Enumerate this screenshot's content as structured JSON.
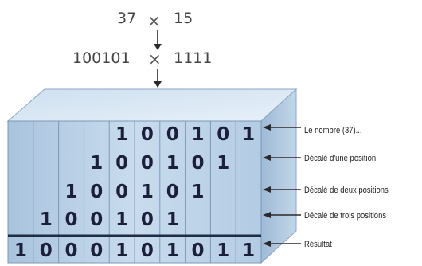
{
  "equation": {
    "decimal_left": "37",
    "decimal_right": "15",
    "binary_left": "100101",
    "binary_right": "1111",
    "operator": "×"
  },
  "rows": [
    {
      "digits": [
        "1",
        "0",
        "0",
        "1",
        "0",
        "1"
      ],
      "label": "Le nombre (37)..."
    },
    {
      "digits": [
        "1",
        "0",
        "0",
        "1",
        "0",
        "1"
      ],
      "label": "Décalé d'une position"
    },
    {
      "digits": [
        "1",
        "0",
        "0",
        "1",
        "0",
        "1"
      ],
      "label": "Décalé de deux positions"
    },
    {
      "digits": [
        "1",
        "0",
        "0",
        "1",
        "0",
        "1"
      ],
      "label": "Décalé de trois positions"
    },
    {
      "digits": [
        "1",
        "0",
        "0",
        "0",
        "1",
        "0",
        "1",
        "0",
        "1",
        "1"
      ],
      "label": "Résultat"
    }
  ],
  "colors": {
    "box_front": "#bcd3e8",
    "box_top": "#d6e6f4",
    "box_side": "#a9c2da",
    "column_line": "#7c98b6",
    "divider": "#1e2d45",
    "digit": "#1b1f3a",
    "arrow": "#2a2a2a"
  }
}
